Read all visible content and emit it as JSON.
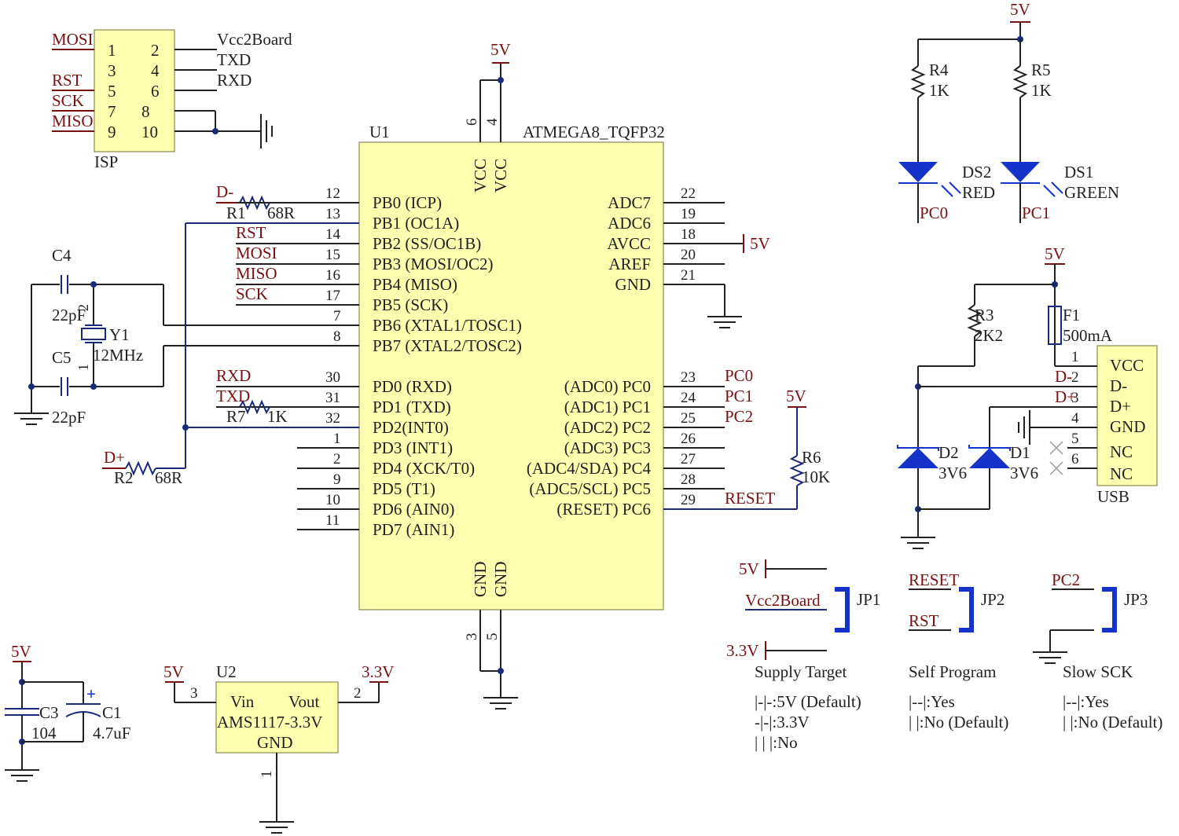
{
  "isp": {
    "left_labels": [
      "MOSI",
      "RST",
      "SCK",
      "MISO"
    ],
    "pins_left": [
      "1",
      "3",
      "5",
      "7",
      "9"
    ],
    "pins_right": [
      "2",
      "4",
      "6",
      "8",
      "10"
    ],
    "right_labels": [
      "Vcc2Board",
      "TXD",
      "RXD"
    ],
    "name": "ISP"
  },
  "mcu": {
    "ref": "U1",
    "part": "ATMEGA8_TQFP32",
    "left_pins": [
      {
        "num": "12",
        "name": "PB0 (ICP)"
      },
      {
        "num": "13",
        "name": "PB1 (OC1A)"
      },
      {
        "num": "14",
        "name": "PB2 (SS/OC1B)"
      },
      {
        "num": "15",
        "name": "PB3 (MOSI/OC2)"
      },
      {
        "num": "16",
        "name": "PB4 (MISO)"
      },
      {
        "num": "17",
        "name": "PB5 (SCK)"
      },
      {
        "num": "7",
        "name": "PB6 (XTAL1/TOSC1)"
      },
      {
        "num": "8",
        "name": "PB7 (XTAL2/TOSC2)"
      },
      {
        "num": "30",
        "name": "PD0 (RXD)"
      },
      {
        "num": "31",
        "name": "PD1 (TXD)"
      },
      {
        "num": "32",
        "name": "PD2(INT0)"
      },
      {
        "num": "1",
        "name": "PD3 (INT1)"
      },
      {
        "num": "2",
        "name": "PD4 (XCK/T0)"
      },
      {
        "num": "9",
        "name": "PD5 (T1)"
      },
      {
        "num": "10",
        "name": "PD6 (AIN0)"
      },
      {
        "num": "11",
        "name": "PD7 (AIN1)"
      }
    ],
    "right_pins": [
      {
        "num": "22",
        "name": "ADC7"
      },
      {
        "num": "19",
        "name": "ADC6"
      },
      {
        "num": "18",
        "name": "AVCC"
      },
      {
        "num": "20",
        "name": "AREF"
      },
      {
        "num": "21",
        "name": "GND"
      },
      {
        "num": "23",
        "name": "(ADC0) PC0"
      },
      {
        "num": "24",
        "name": "(ADC1) PC1"
      },
      {
        "num": "25",
        "name": "(ADC2) PC2"
      },
      {
        "num": "26",
        "name": "(ADC3) PC3"
      },
      {
        "num": "27",
        "name": "(ADC4/SDA) PC4"
      },
      {
        "num": "28",
        "name": "(ADC5/SCL) PC5"
      },
      {
        "num": "29",
        "name": "(RESET) PC6"
      }
    ],
    "vcc_label": "VCC",
    "gnd_label": "GND",
    "vcc_pins": [
      "6",
      "4"
    ],
    "gnd_pins": [
      "3",
      "5"
    ]
  },
  "nets": {
    "v5": "5V",
    "v33": "3.3V",
    "d_minus": "D-",
    "d_plus": "D+",
    "rst": "RST",
    "mosi": "MOSI",
    "miso": "MISO",
    "sck": "SCK",
    "rxd": "RXD",
    "txd": "TXD",
    "pc0": "PC0",
    "pc1": "PC1",
    "pc2": "PC2",
    "reset": "RESET",
    "vcc2board": "Vcc2Board"
  },
  "parts": {
    "r1": {
      "ref": "R1",
      "value": "68R"
    },
    "r2": {
      "ref": "R2",
      "value": "68R"
    },
    "r7": {
      "ref": "R7",
      "value": "1K"
    },
    "r6": {
      "ref": "R6",
      "value": "10K"
    },
    "r4": {
      "ref": "R4",
      "value": "1K"
    },
    "r5": {
      "ref": "R5",
      "value": "1K"
    },
    "r3": {
      "ref": "R3",
      "value": "2K2"
    },
    "f1": {
      "ref": "F1",
      "value": "500mA"
    },
    "c4": {
      "ref": "C4",
      "value": "22pF"
    },
    "c5": {
      "ref": "C5",
      "value": "22pF"
    },
    "y1": {
      "ref": "Y1",
      "value": "12MHz",
      "pin1": "1",
      "pin2": "2"
    },
    "ds2": {
      "ref": "DS2",
      "color": "RED"
    },
    "ds1": {
      "ref": "DS1",
      "color": "GREEN"
    },
    "d2": {
      "ref": "D2",
      "value": "3V6"
    },
    "d1": {
      "ref": "D1",
      "value": "3V6"
    },
    "c3": {
      "ref": "C3",
      "value": "104"
    },
    "c1": {
      "ref": "C1",
      "value": "4.7uF"
    }
  },
  "usb": {
    "name": "USB",
    "pins": [
      {
        "num": "1",
        "name": "VCC",
        "net": ""
      },
      {
        "num": "2",
        "name": "D-",
        "net": "D-"
      },
      {
        "num": "3",
        "name": "D+",
        "net": "D+"
      },
      {
        "num": "4",
        "name": "GND",
        "net": ""
      },
      {
        "num": "5",
        "name": "NC",
        "net": ""
      },
      {
        "num": "6",
        "name": "NC",
        "net": ""
      }
    ]
  },
  "regulator": {
    "ref": "U2",
    "part": "AMS1117-3.3V",
    "vin": "Vin",
    "vout": "Vout",
    "gnd": "GND",
    "pin_in": "3",
    "pin_out": "2",
    "pin_gnd": "1"
  },
  "jumpers": {
    "jp1": {
      "ref": "JP1",
      "title": "Supply Target",
      "options": [
        "|-|-:5V (Default)",
        "-|-|:3.3V",
        "| | |:No"
      ]
    },
    "jp2": {
      "ref": "JP2",
      "title": "Self Program",
      "options": [
        "|--|:Yes",
        "|   |:No (Default)"
      ]
    },
    "jp3": {
      "ref": "JP3",
      "title": "Slow SCK",
      "options": [
        "|--|:Yes",
        "|   |:No (Default)"
      ]
    }
  }
}
